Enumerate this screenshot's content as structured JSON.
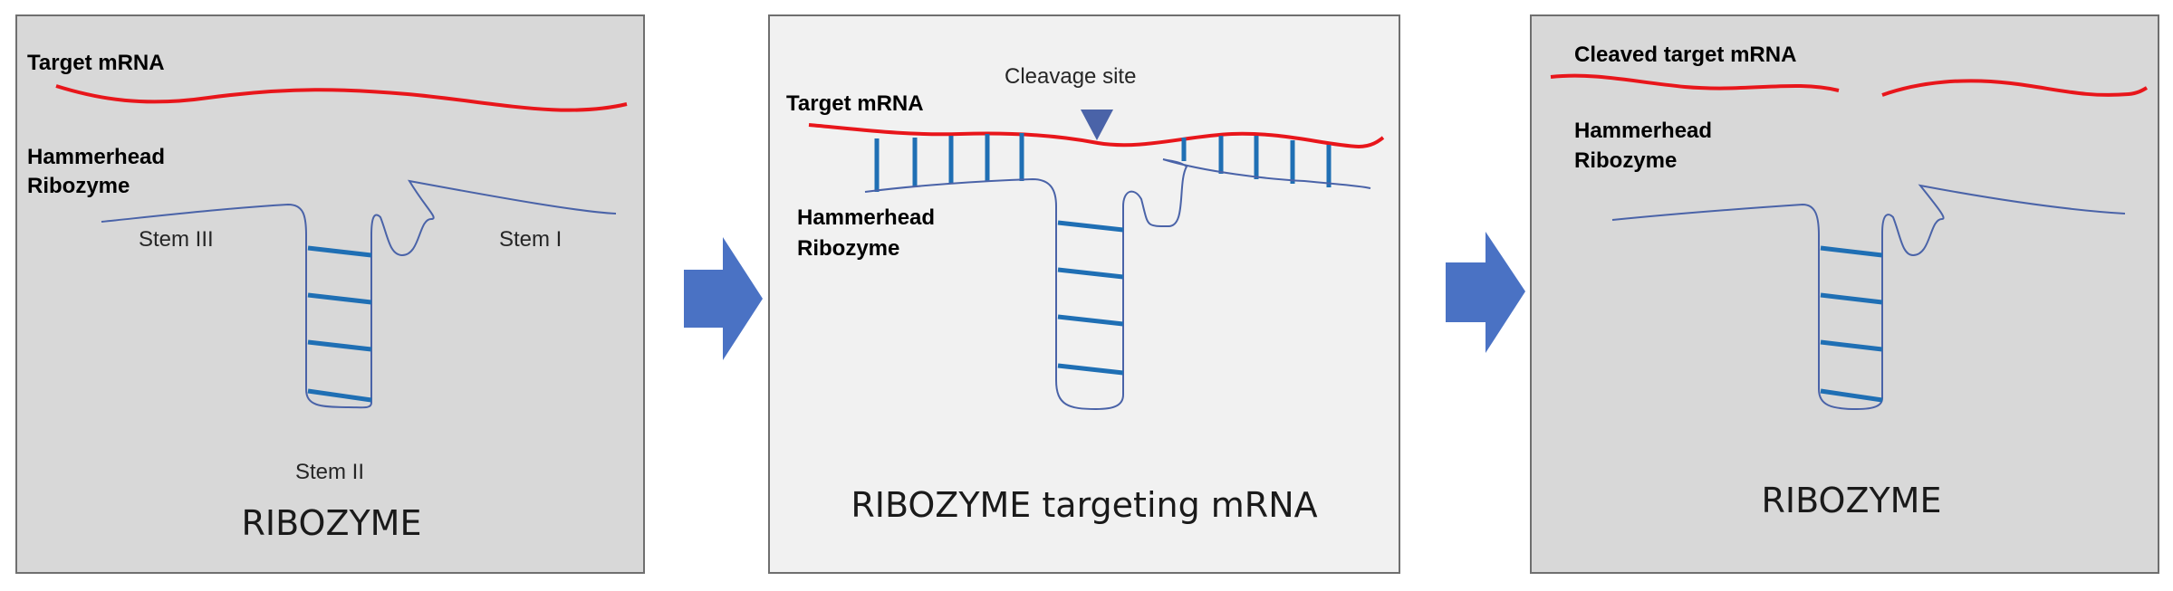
{
  "colors": {
    "mrna": "#e8161b",
    "ribozyme": "#4a63a8",
    "base_pair": "#1f6fb4",
    "arrow": "#4a72c4",
    "panel_gray": "#d8d8d8",
    "panel_light": "#f1f1f1"
  },
  "panels": [
    {
      "target_label": "Target mRNA",
      "ribozyme_label_line1": "Hammerhead",
      "ribozyme_label_line2": "Ribozyme",
      "stem3_label": "Stem III",
      "stem1_label": "Stem I",
      "stem2_label": "Stem II",
      "caption": "RIBOZYME"
    },
    {
      "target_label": "Target mRNA",
      "cleavage_label": "Cleavage site",
      "ribozyme_label_line1": "Hammerhead",
      "ribozyme_label_line2": "Ribozyme",
      "caption": "RIBOZYME targeting mRNA"
    },
    {
      "target_label": "Cleaved target mRNA",
      "ribozyme_label_line1": "Hammerhead",
      "ribozyme_label_line2": "Ribozyme",
      "caption": "RIBOZYME"
    }
  ]
}
